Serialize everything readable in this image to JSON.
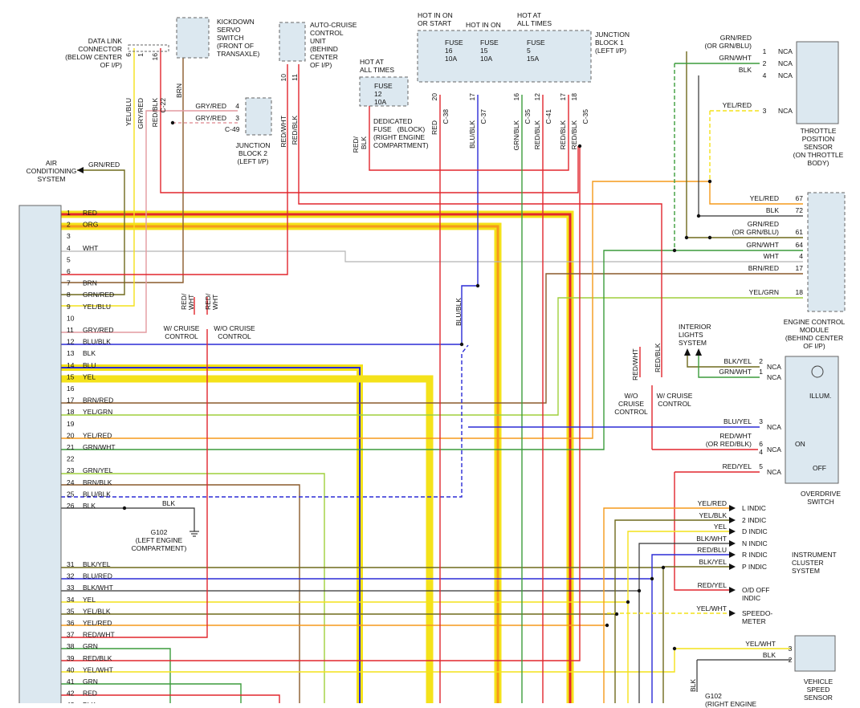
{
  "components": {
    "data_link": "DATA LINK\nCONNECTOR\n(BELOW CENTER\nOF I/P)",
    "kickdown": "KICKDOWN\nSERVO\nSWITCH\n(FRONT OF\nTRANSAXLE)",
    "auto_cruise": "AUTO-CRUISE\nCONTROL\nUNIT\n(BEHIND\nCENTER\nOF I/P)",
    "jb1": "JUNCTION\nBLOCK 1\n(LEFT I/P)",
    "jb2": "JUNCTION\nBLOCK 2\n(LEFT I/P)",
    "tps": "THROTTLE\nPOSITION\nSENSOR\n(ON THROTTLE\nBODY)",
    "ecm": "ENGINE CONTROL\nMODULE\n(BEHIND CENTER\nOF I/P)",
    "ac_system": "AIR\nCONDITIONING\nSYSTEM",
    "interior_lights": "INTERIOR\nLIGHTS\nSYSTEM",
    "overdrive": "OVERDRIVE\nSWITCH",
    "cluster": "INSTRUMENT\nCLUSTER\nSYSTEM",
    "vss": "VEHICLE\nSPEED\nSENSOR",
    "g102_left": "G102\n(LEFT ENGINE\nCOMPARTMENT)",
    "g102_right": "G102\n(RIGHT ENGINE",
    "dedicated_fuse": "DEDICATED\nFUSE   (BLOCK)\n(RIGHT ENGINE\nCOMPARTMENT)",
    "illum": "ILLUM.",
    "sw_on": "ON",
    "sw_off": "OFF"
  },
  "power": {
    "hot_start": "HOT IN ON\nOR START",
    "hot_on": "HOT IN ON",
    "hot_at1": "HOT AT\nALL TIMES",
    "hot_at2": "HOT AT\nALL TIMES",
    "fuse16": "FUSE\n16\n10A",
    "fuse15": "FUSE\n15\n10A",
    "fuse5": "FUSE\n5\n15A",
    "fuse12": "FUSE\n12\n10A"
  },
  "options": {
    "w_cruise_left": "W/ CRUISE\nCONTROL",
    "wo_cruise_left": "W/O CRUISE\nCONTROL",
    "wo_cruise_right": "W/O\nCRUISE\nCONTROL",
    "w_cruise_right": "W/ CRUISE\nCONTROL"
  },
  "pcm_pins": [
    {
      "pin": "1",
      "wire": "RED"
    },
    {
      "pin": "2",
      "wire": "ORG"
    },
    {
      "pin": "3",
      "wire": ""
    },
    {
      "pin": "4",
      "wire": "WHT"
    },
    {
      "pin": "5",
      "wire": ""
    },
    {
      "pin": "6",
      "wire": ""
    },
    {
      "pin": "7",
      "wire": "BRN"
    },
    {
      "pin": "8",
      "wire": "GRN/RED"
    },
    {
      "pin": "9",
      "wire": "YEL/BLU"
    },
    {
      "pin": "10",
      "wire": ""
    },
    {
      "pin": "11",
      "wire": "GRY/RED"
    },
    {
      "pin": "12",
      "wire": "BLU/BLK"
    },
    {
      "pin": "13",
      "wire": "BLK"
    },
    {
      "pin": "14",
      "wire": "BLU"
    },
    {
      "pin": "15",
      "wire": "YEL"
    },
    {
      "pin": "16",
      "wire": ""
    },
    {
      "pin": "17",
      "wire": "BRN/RED"
    },
    {
      "pin": "18",
      "wire": "YEL/GRN"
    },
    {
      "pin": "19",
      "wire": ""
    },
    {
      "pin": "20",
      "wire": "YEL/RED"
    },
    {
      "pin": "21",
      "wire": "GRN/WHT"
    },
    {
      "pin": "22",
      "wire": ""
    },
    {
      "pin": "23",
      "wire": "GRN/YEL"
    },
    {
      "pin": "24",
      "wire": "BRN/BLK"
    },
    {
      "pin": "25",
      "wire": "BLU/BLK"
    },
    {
      "pin": "26",
      "wire": "BLK"
    },
    {
      "pin": "31",
      "wire": "BLK/YEL"
    },
    {
      "pin": "32",
      "wire": "BLU/RED"
    },
    {
      "pin": "33",
      "wire": "BLK/WHT"
    },
    {
      "pin": "34",
      "wire": "YEL"
    },
    {
      "pin": "35",
      "wire": "YEL/BLK"
    },
    {
      "pin": "36",
      "wire": "YEL/RED"
    },
    {
      "pin": "37",
      "wire": "RED/WHT"
    },
    {
      "pin": "38",
      "wire": "GRN"
    },
    {
      "pin": "39",
      "wire": "RED/BLK"
    },
    {
      "pin": "40",
      "wire": "YEL/WHT"
    },
    {
      "pin": "41",
      "wire": "GRN"
    },
    {
      "pin": "42",
      "wire": "RED"
    },
    {
      "pin": "43",
      "wire": "BLK"
    }
  ],
  "tps_pins": [
    {
      "wire": "GRN/RED\n(OR GRN/BLU)",
      "pin": "1",
      "nca": "NCA"
    },
    {
      "wire": "GRN/WHT",
      "pin": "2",
      "nca": "NCA"
    },
    {
      "wire": "BLK",
      "pin": "4",
      "nca": "NCA"
    },
    {
      "wire": "YEL/RED",
      "pin": "3",
      "nca": "NCA"
    }
  ],
  "ecm_pins": [
    {
      "wire": "YEL/RED",
      "pin": "67"
    },
    {
      "wire": "BLK",
      "pin": "72"
    },
    {
      "wire": "GRN/RED\n(OR GRN/BLU)",
      "pin": "61"
    },
    {
      "wire": "GRN/WHT",
      "pin": "64"
    },
    {
      "wire": "WHT",
      "pin": "4"
    },
    {
      "wire": "BRN/RED",
      "pin": "17"
    },
    {
      "wire": "YEL/GRN",
      "pin": "18"
    }
  ],
  "od_pins": [
    {
      "wire": "BLK/YEL",
      "pin": "2",
      "nca": "NCA"
    },
    {
      "wire": "GRN/WHT",
      "pin": "1",
      "nca": "NCA"
    },
    {
      "wire": "BLU/YEL",
      "pin": "3",
      "nca": "NCA"
    },
    {
      "wire": "RED/WHT\n(OR RED/BLK)",
      "pin": "6\n4",
      "nca": "NCA"
    },
    {
      "wire": "RED/YEL",
      "pin": "5",
      "nca": "NCA"
    }
  ],
  "cluster_items": [
    {
      "wire": "YEL/RED",
      "label": "L INDIC"
    },
    {
      "wire": "YEL/BLK",
      "label": "2 INDIC"
    },
    {
      "wire": "YEL",
      "label": "D INDIC"
    },
    {
      "wire": "BLK/WHT",
      "label": "N INDIC"
    },
    {
      "wire": "RED/BLU",
      "label": "R INDIC"
    },
    {
      "wire": "BLK/YEL",
      "label": "P INDIC"
    },
    {
      "wire": "RED/YEL",
      "label": "O/D OFF\nINDIC"
    },
    {
      "wire": "YEL/WHT",
      "label": "SPEEDO-\nMETER"
    }
  ],
  "vss_pins": [
    {
      "wire": "YEL/WHT",
      "pin": "3"
    },
    {
      "wire": "BLK",
      "pin": "2"
    }
  ],
  "jb1_pins": [
    {
      "wire": "RED",
      "pin": "20",
      "conn": "C-38"
    },
    {
      "wire": "BLU/BLK",
      "pin": "17",
      "conn": "C-37"
    },
    {
      "wire": "GRN/BLK",
      "pin": "16",
      "conn": "C-35"
    },
    {
      "wire": "RED/BLK",
      "pin": "12",
      "conn": "C-41"
    },
    {
      "wire": "RED/BLK",
      "pin": "17",
      "conn": ""
    },
    {
      "wire": "RED/BLK",
      "pin": "18",
      "conn": "C-35"
    }
  ],
  "dlc_pins": [
    {
      "wire": "YEL/BLU",
      "pin": "6"
    },
    {
      "wire": "GRY/RED",
      "pin": "1"
    },
    {
      "wire": "RED/BLK",
      "pin": "16"
    },
    {
      "wire": "C-22",
      "pin": ""
    }
  ],
  "jb2_pins": [
    {
      "wire": "GRY/RED",
      "pin": "4"
    },
    {
      "wire": "GRY/RED",
      "pin": "3"
    },
    {
      "wire": "C-49",
      "pin": ""
    }
  ],
  "misc_wires": {
    "kickdown_brn": "BRN",
    "cruise_10": "RED/WHT",
    "cruise_10_pin": "10",
    "cruise_11": "RED/BLK",
    "cruise_11_pin": "11",
    "fuse12_wire": "RED/\nBLK",
    "ac_wire": "GRN/RED",
    "g102_blk": "BLK",
    "opt_left_a": "RED/\nWHT",
    "opt_left_b": "RED/\nWHT",
    "opt_right_a": "RED/WHT",
    "opt_right_b": "RED/BLK",
    "blu_blk_v": "BLU/BLK",
    "vss_ground": "BLK"
  }
}
